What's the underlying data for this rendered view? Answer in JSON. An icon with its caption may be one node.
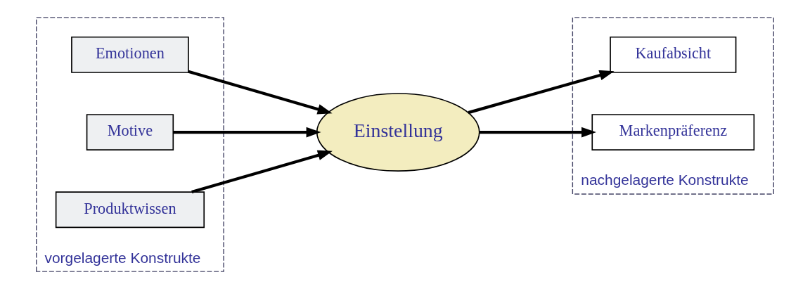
{
  "diagram": {
    "nodes": [
      {
        "text": [
          "vorgelagerte Konstrukte"
        ]
      },
      {
        "text": [
          "Emotionen"
        ],
        "in": 0
      },
      {
        "text": [
          "Motive"
        ],
        "in": 0
      },
      {
        "text": [
          "Produktwissen"
        ],
        "in": 0
      },
      {
        "text": [
          "Einstellung"
        ]
      },
      {
        "text": [
          "nachgelagerte Konstrukte"
        ]
      },
      {
        "text": [
          "Kaufabsicht"
        ],
        "in": 5
      },
      {
        "text": [
          "Markenpräferenz"
        ],
        "in": 5
      }
    ],
    "edges": [
      {
        "from": 1,
        "to": 4,
        "arrow": "to"
      },
      {
        "from": 2,
        "to": 4,
        "arrow": "to"
      },
      {
        "from": 3,
        "to": 4,
        "arrow": "to"
      },
      {
        "from": 4,
        "to": 6,
        "arrow": "to"
      },
      {
        "from": 4,
        "to": 7,
        "arrow": "to"
      }
    ]
  }
}
